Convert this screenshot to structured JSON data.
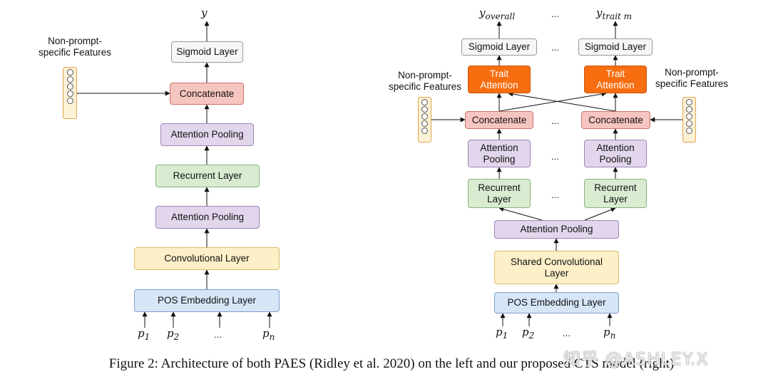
{
  "left": {
    "output": "y",
    "sigmoid": "Sigmoid Layer",
    "concatenate": "Concatenate",
    "attention_pooling_top": "Attention Pooling",
    "recurrent": "Recurrent Layer",
    "attention_pooling_bottom": "Attention Pooling",
    "convolutional": "Convolutional Layer",
    "pos_embedding": "POS Embedding Layer",
    "features": "Non-prompt-\nspecific Features",
    "inputs": [
      "p",
      "p",
      "...",
      "p"
    ],
    "input_subs": [
      "1",
      "2",
      "",
      "n"
    ]
  },
  "right": {
    "output_1": "y",
    "output_1_sub": "overall",
    "output_m": "y",
    "output_m_sub": "trait m",
    "ellipsis": "...",
    "sigmoid": "Sigmoid Layer",
    "trait_attention": "Trait\nAttention",
    "concatenate": "Concatenate",
    "attention_pooling_col": "Attention\nPooling",
    "recurrent_col": "Recurrent\nLayer",
    "attention_pooling": "Attention Pooling",
    "shared_conv": "Shared Convolutional\nLayer",
    "pos_embedding": "POS Embedding Layer",
    "features_left": "Non-prompt-\nspecific Features",
    "features_right": "Non-prompt-\nspecific Features",
    "inputs": [
      "p",
      "p",
      "...",
      "p"
    ],
    "input_subs": [
      "1",
      "2",
      "",
      "n"
    ]
  },
  "caption": "Figure 2: Architecture of both PAES (Ridley et al. 2020) on the left and our proposed CTS model (right)",
  "watermark": "知乎 @ASHLEY.X",
  "colors": {
    "sigmoid": "#f6f6f6",
    "concatenate": "#f7c5c0",
    "attention": "#e2d6ec",
    "recurrent": "#d9ecd2",
    "convolutional": "#fdf0c8",
    "embedding": "#d6e6f7",
    "trait_attention": "#f76d0f",
    "feature_vector": "#fdf1d6"
  }
}
